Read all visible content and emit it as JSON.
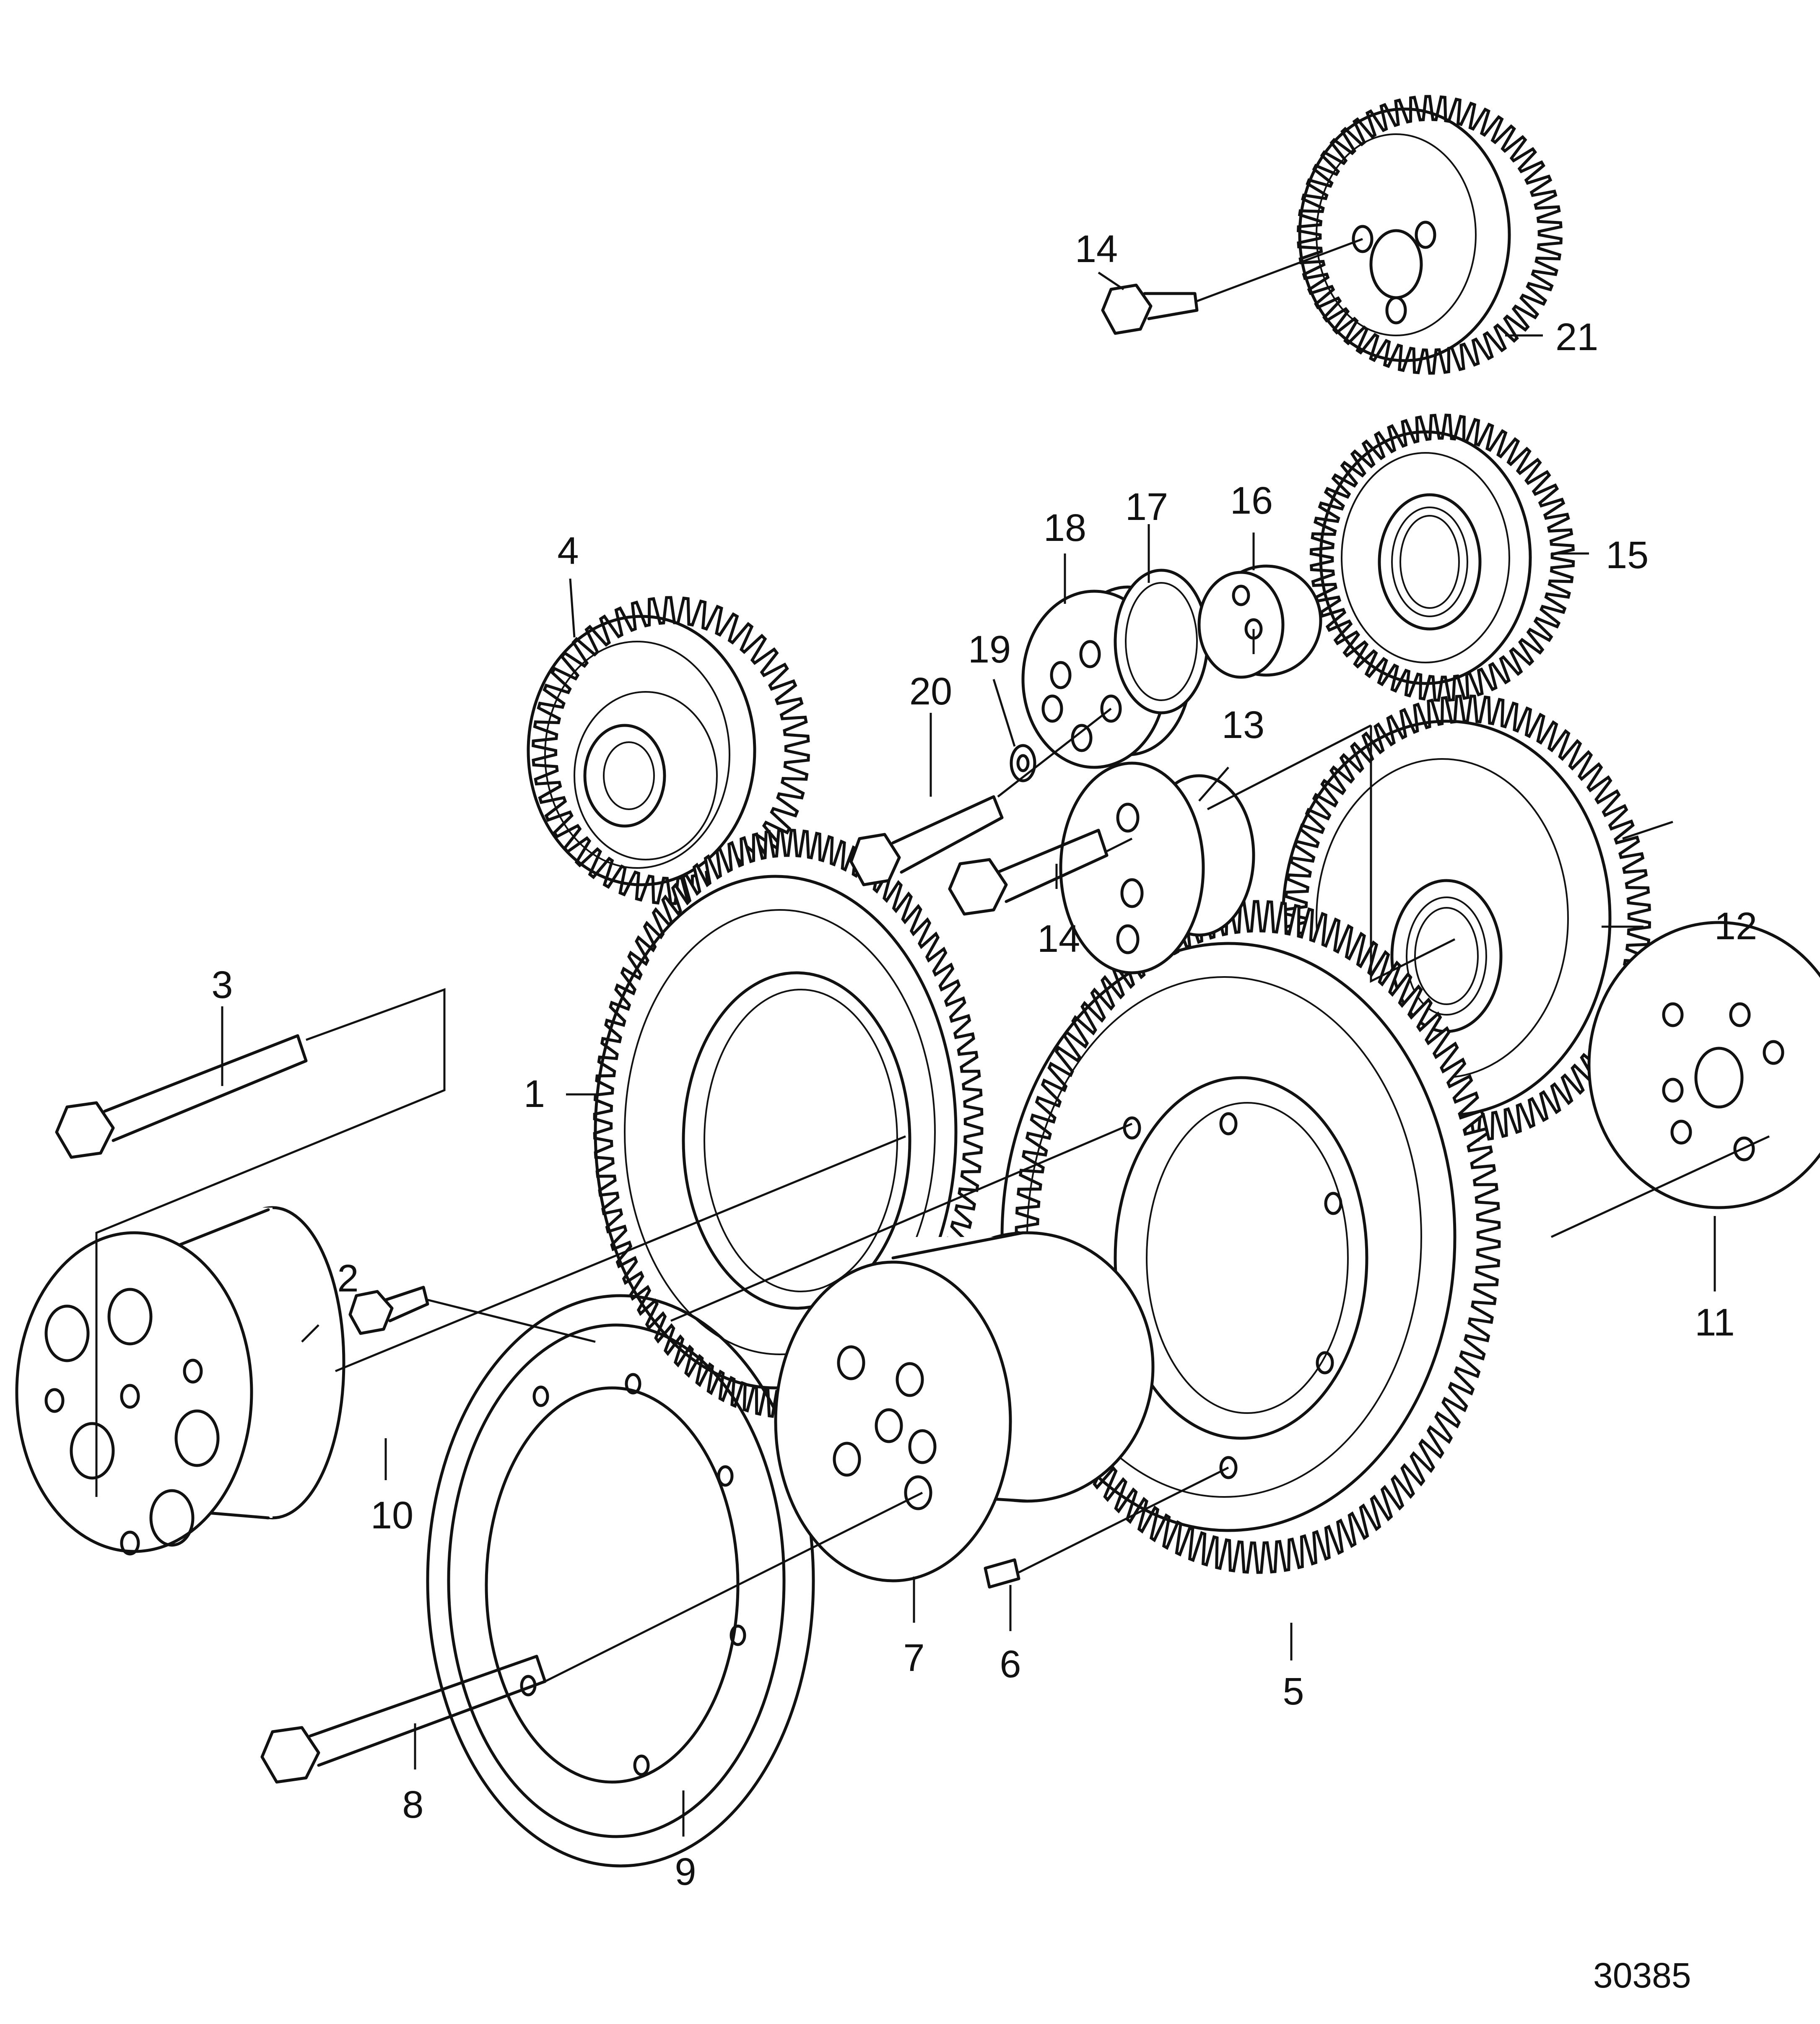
{
  "drawing_number": "30385",
  "callouts": [
    {
      "id": "1",
      "label": "1"
    },
    {
      "id": "2",
      "label": "2"
    },
    {
      "id": "3",
      "label": "3"
    },
    {
      "id": "4",
      "label": "4"
    },
    {
      "id": "5",
      "label": "5"
    },
    {
      "id": "6",
      "label": "6"
    },
    {
      "id": "7",
      "label": "7"
    },
    {
      "id": "8",
      "label": "8"
    },
    {
      "id": "9",
      "label": "9"
    },
    {
      "id": "10",
      "label": "10"
    },
    {
      "id": "11",
      "label": "11"
    },
    {
      "id": "12",
      "label": "12"
    },
    {
      "id": "13",
      "label": "13"
    },
    {
      "id": "14a",
      "label": "14"
    },
    {
      "id": "14b",
      "label": "14"
    },
    {
      "id": "15",
      "label": "15"
    },
    {
      "id": "16",
      "label": "16"
    },
    {
      "id": "17",
      "label": "17"
    },
    {
      "id": "18",
      "label": "18"
    },
    {
      "id": "19",
      "label": "19"
    },
    {
      "id": "20",
      "label": "20"
    },
    {
      "id": "21",
      "label": "21"
    }
  ]
}
